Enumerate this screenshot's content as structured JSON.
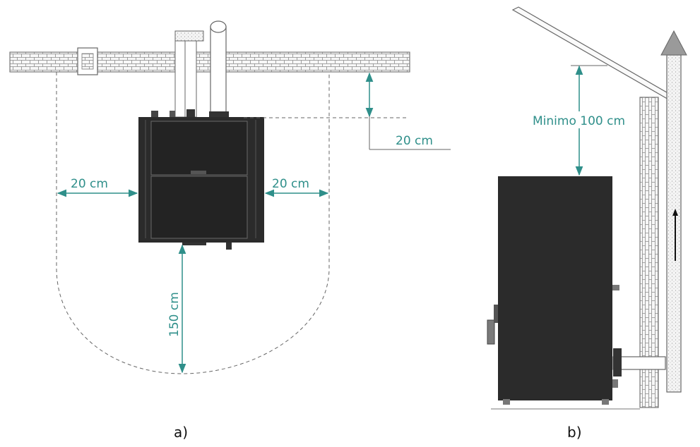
{
  "panel_a": {
    "caption": "a)",
    "clearance_top": "20 cm",
    "clearance_left": "20 cm",
    "clearance_right": "20 cm",
    "clearance_front": "150 cm"
  },
  "panel_b": {
    "caption": "b)",
    "clearance_roof": "Minimo 100 cm"
  },
  "colors": {
    "dimension": "#2f8f8a",
    "stove": "#2b2b2b",
    "outline": "#555555"
  }
}
